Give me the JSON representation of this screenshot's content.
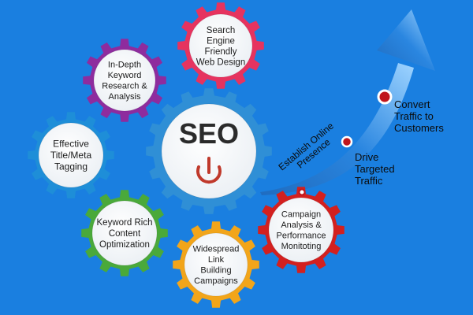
{
  "center": {
    "title": "SEO",
    "icon": "power-icon",
    "gear_color": "#2f8fd6",
    "title_color": "#2b2b2b",
    "icon_color": "#c0392b"
  },
  "gears": [
    {
      "id": "search-engine-friendly-web-design",
      "lines": [
        "Search",
        "Engine",
        "Friendly",
        "Web Design"
      ],
      "color": "#e6335f"
    },
    {
      "id": "in-depth-keyword-research",
      "lines": [
        "In-Depth",
        "Keyword",
        "Research &",
        "Analysis"
      ],
      "color": "#8e2c9e"
    },
    {
      "id": "effective-title-meta-tagging",
      "lines": [
        "Effective",
        "Title/Meta",
        "Tagging"
      ],
      "color": "#1e8ed8"
    },
    {
      "id": "keyword-rich-content-optimization",
      "lines": [
        "Keyword Rich",
        "Content",
        "Optimization"
      ],
      "color": "#4aa93a"
    },
    {
      "id": "widespread-link-building",
      "lines": [
        "Widespread",
        "Link",
        "Building",
        "Campaigns"
      ],
      "color": "#f2a51a"
    },
    {
      "id": "campaign-analysis-performance",
      "lines": [
        "Campaign",
        "Analysis &",
        "Performance",
        "Monitoting"
      ],
      "color": "#d3201f"
    }
  ],
  "arrow": {
    "color": "#1a5fb0",
    "milestones": [
      {
        "id": "establish-online-presence",
        "lines": [
          "Establish Online",
          "Presence"
        ]
      },
      {
        "id": "drive-targeted-traffic",
        "lines": [
          "Drive",
          "Targeted",
          "Traffic"
        ]
      },
      {
        "id": "convert-traffic-to-customers",
        "lines": [
          "Convert",
          "Traffic to",
          "Customers"
        ]
      }
    ],
    "marker_color": "#c0161d"
  }
}
